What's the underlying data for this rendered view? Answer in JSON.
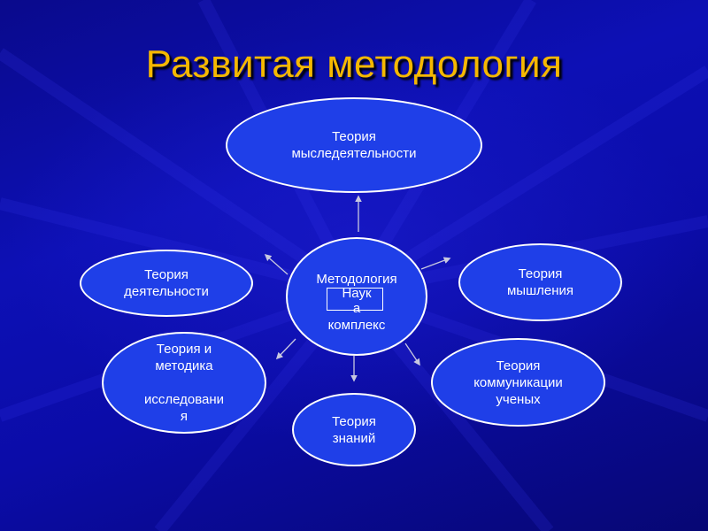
{
  "slide": {
    "title": "Развитая методология",
    "colors": {
      "background": "#0b0ca8",
      "title": "#f5b800",
      "node_fill": "#1f3fe8",
      "node_border": "#ffffff",
      "connector": "#c8c8e0"
    }
  },
  "diagram": {
    "center": {
      "top_text": "Методология",
      "middle_text": "Наук\nа",
      "bottom_text": "комплекс"
    },
    "nodes": {
      "top": "Теория\nмыследеятельности",
      "left": "Теория\nдеятельности",
      "right": "Теория\nмышления",
      "lower_left": "Теория и\nметодика\n\nисследовани\nя",
      "lower_right": "Теория\nкоммуникации\nученых",
      "bottom": "Теория\nзнаний"
    }
  }
}
